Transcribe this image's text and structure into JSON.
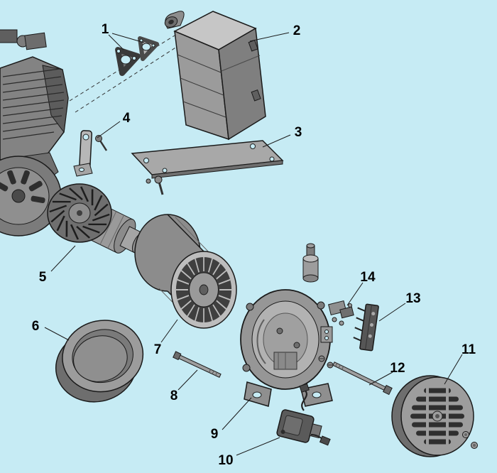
{
  "diagram": {
    "colors": {
      "background": "#c6ebf4",
      "ink": "#1a1a1a",
      "part_gray": "#9a9a9a",
      "dark_gray": "#5a5a5a"
    },
    "callouts": [
      {
        "label": "1"
      },
      {
        "label": "2"
      },
      {
        "label": "3"
      },
      {
        "label": "4"
      },
      {
        "label": "5"
      },
      {
        "label": "6"
      },
      {
        "label": "7"
      },
      {
        "label": "8"
      },
      {
        "label": "9"
      },
      {
        "label": "10"
      },
      {
        "label": "11"
      },
      {
        "label": "12"
      },
      {
        "label": "13"
      },
      {
        "label": "14"
      }
    ]
  }
}
